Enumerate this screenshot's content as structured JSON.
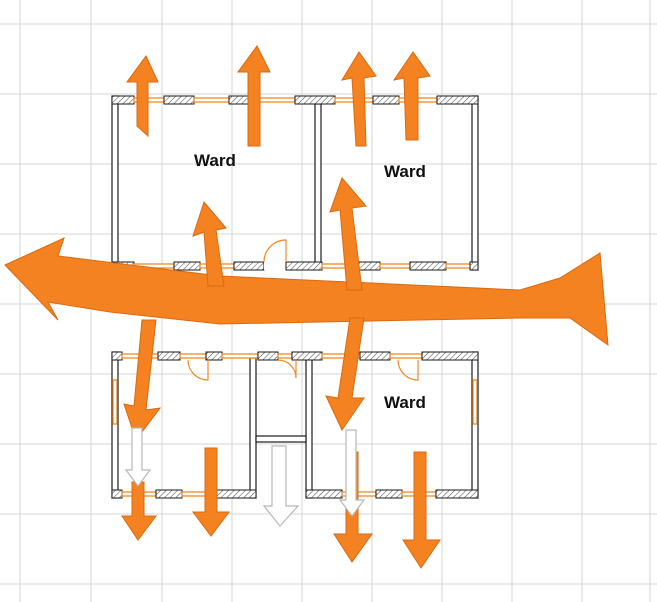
{
  "rooms": [
    {
      "id": "room-top-left",
      "label": "Ward"
    },
    {
      "id": "room-top-right",
      "label": "Ward"
    },
    {
      "id": "room-bottom-right",
      "label": "Ward"
    }
  ],
  "colors": {
    "arrow": "#f58220",
    "window": "#f08a24",
    "wall": "#1a1a1a",
    "grid": "#d6d6d6"
  }
}
